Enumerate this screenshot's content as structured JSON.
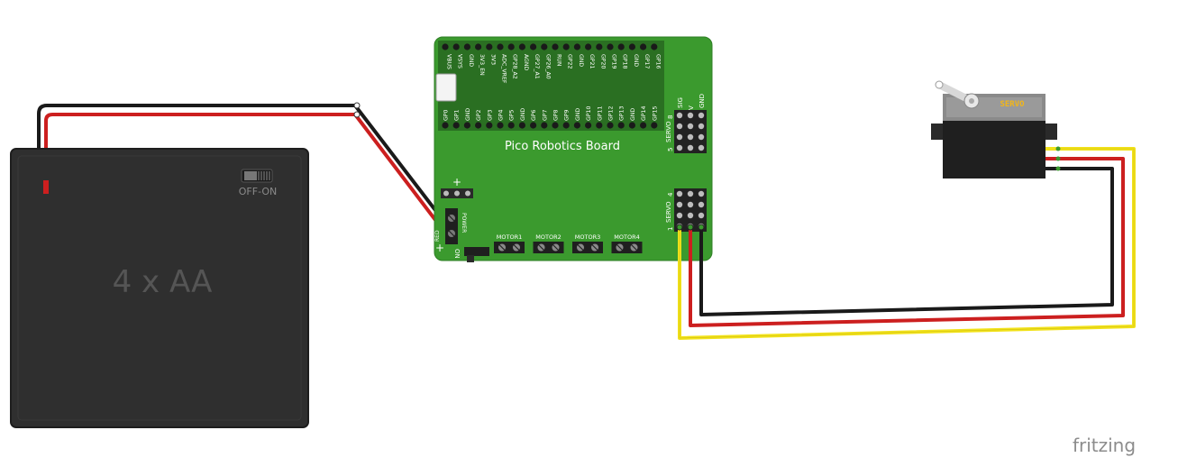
{
  "battery": {
    "label": "4 x AA",
    "switch_label": "OFF-ON"
  },
  "board": {
    "title": "Pico Robotics Board",
    "top_row_labels": [
      "VBUS",
      "VSYS",
      "GND",
      "3V3_EN",
      "3V3",
      "ADC_VREF",
      "GP28_A2",
      "AGND",
      "GP27_A1",
      "GP26_A0",
      "RUN",
      "GP22",
      "GND",
      "GP21",
      "GP20",
      "GP19",
      "GP18",
      "GND",
      "GP17",
      "GP16"
    ],
    "bottom_row_labels": [
      "GP0",
      "GP1",
      "GND",
      "GP2",
      "GP3",
      "GP4",
      "GP5",
      "GND",
      "GP6",
      "GP7",
      "GP8",
      "GP9",
      "GND",
      "GP10",
      "GP11",
      "GP12",
      "GP13",
      "GND",
      "GP14",
      "GP15"
    ],
    "servo_header": {
      "sig": "SIG",
      "v": "V",
      "gnd": "GND",
      "label": "SERVO",
      "num_8": "8",
      "num_5": "5",
      "num_4": "4",
      "num_1": "1"
    },
    "power": {
      "label": "POWER",
      "plus": "+",
      "minus_label": "RED"
    },
    "switch_label": "ON",
    "motors": [
      "MOTOR1",
      "MOTOR2",
      "MOTOR3",
      "MOTOR4"
    ]
  },
  "servo": {
    "label": "SERVO"
  },
  "watermark": "fritzing",
  "colors": {
    "board_green": "#3b9a2e",
    "header_green": "#2a6f22",
    "battery_body": "#2f2f2f",
    "wire_red": "#cc1f1f",
    "wire_black": "#1a1a1a",
    "wire_yellow": "#f2e21a",
    "servo_label": "#f2b619"
  }
}
